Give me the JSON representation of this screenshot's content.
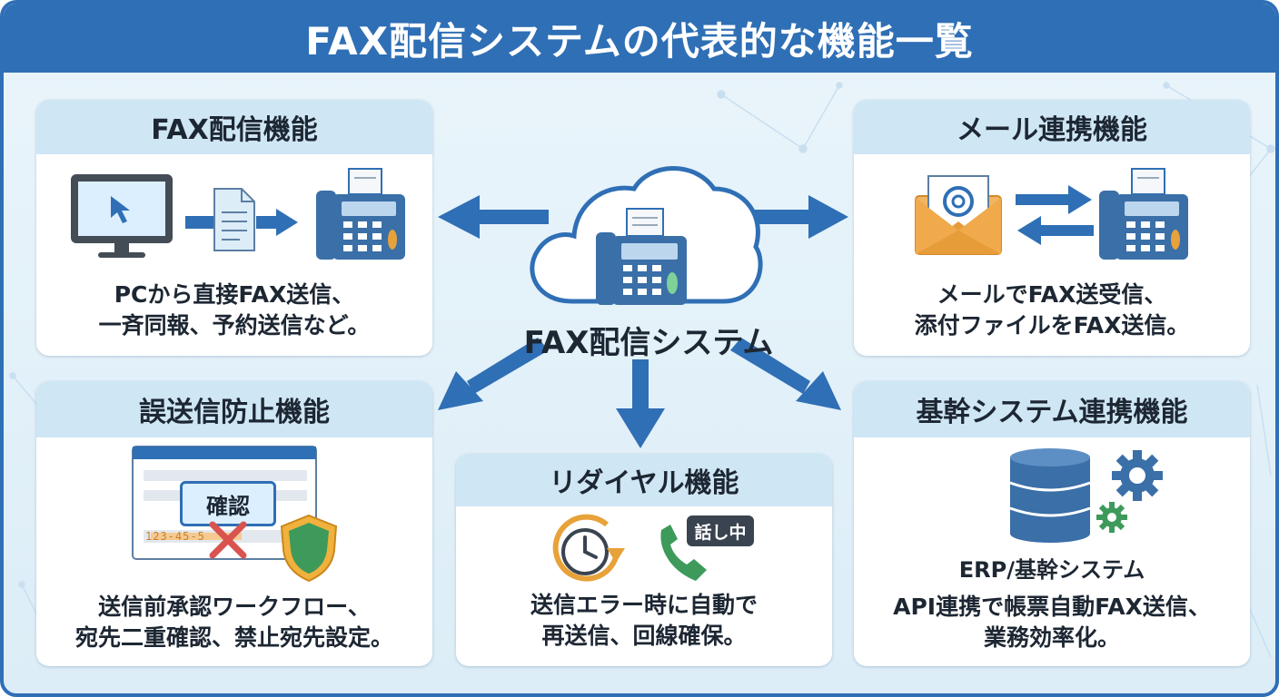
{
  "title": "FAX配信システムの代表的な機能一覧",
  "center": {
    "label": "FAX配信システム"
  },
  "colors": {
    "primary": "#2f6fb5",
    "header_band": "#cfe6f4",
    "accent_orange": "#e8a23a",
    "error_red": "#d9534f",
    "shield_green": "#3d9a5b"
  },
  "panels": {
    "fax_delivery": {
      "title": "FAX配信機能",
      "line1": "PCから直接FAX送信、",
      "line2": "一斉同報、予約送信など。",
      "icons": [
        "monitor-icon",
        "document-icon",
        "fax-machine-icon"
      ]
    },
    "mail_link": {
      "title": "メール連携機能",
      "line1": "メールでFAX送受信、",
      "line2": "添付ファイルをFAX送信。",
      "icons": [
        "email-icon",
        "exchange-arrows-icon",
        "fax-machine-icon"
      ]
    },
    "error_prevention": {
      "title": "誤送信防止機能",
      "confirm_label": "確認",
      "sample_number": "123-45-5",
      "line1": "送信前承認ワークフロー、",
      "line2": "宛先二重確認、禁止宛先設定。",
      "icons": [
        "form-window-icon",
        "x-mark-icon",
        "shield-icon"
      ]
    },
    "redial": {
      "title": "リダイヤル機能",
      "busy_label": "話し中",
      "line1": "送信エラー時に自動で",
      "line2": "再送信、回線確保。",
      "icons": [
        "clock-retry-icon",
        "phone-icon"
      ]
    },
    "core_system": {
      "title": "基幹システム連携機能",
      "sub_label": "ERP/基幹システム",
      "line1": "API連携で帳票自動FAX送信、",
      "line2": "業務効率化。",
      "icons": [
        "database-icon",
        "gear-icon"
      ]
    }
  }
}
